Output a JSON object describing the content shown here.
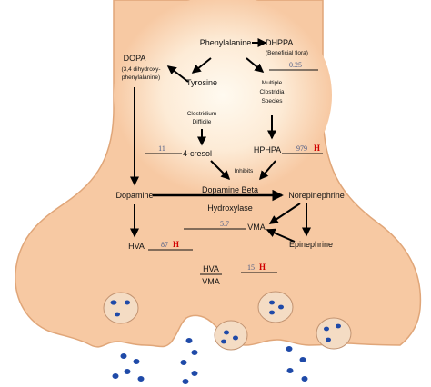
{
  "title": "",
  "colors": {
    "terminal_fill": "#f7c9a3",
    "terminal_stroke": "#e0a679",
    "glow": "#fff7e4",
    "vesicle_fill": "#f4dcc4",
    "vesicle_stroke": "#c29371",
    "dot": "#1f4aa8",
    "value_text": "#4a5a86",
    "flag_red": "#d00000",
    "arrow": "#000000"
  },
  "nodes": {
    "phenylalanine": "Phenylalanine",
    "dhppa": "DHPPA",
    "dhppa_note": "(Beneficial flora)",
    "dopa": "DOPA",
    "dopa_note_1": "(3,4 dihydroxy-",
    "dopa_note_2": "phenylalanine)",
    "tyrosine": "Tyrosine",
    "clostridia_1": "Multiple",
    "clostridia_2": "Clostridia",
    "clostridia_3": "Species",
    "cdiff_1": "Clostridium",
    "cdiff_2": "Difficile",
    "cresol": "4-cresol",
    "hphpa": "HPHPA",
    "inhibits": "Inhibits",
    "dopamine": "Dopamine",
    "dbh_1": "Dopamine Beta",
    "dbh_2": "Hydroxylase",
    "norepinephrine": "Norepinephrine",
    "vma": "VMA",
    "epinephrine": "Epinephrine",
    "hva": "HVA",
    "ratio_top": "HVA",
    "ratio_bottom": "VMA"
  },
  "values": {
    "dhppa": "0.25",
    "cresol": "11",
    "hphpa": "979",
    "hphpa_flag": "H",
    "vma": "5.7",
    "hva": "87",
    "hva_flag": "H",
    "ratio": "15",
    "ratio_flag": "H"
  }
}
